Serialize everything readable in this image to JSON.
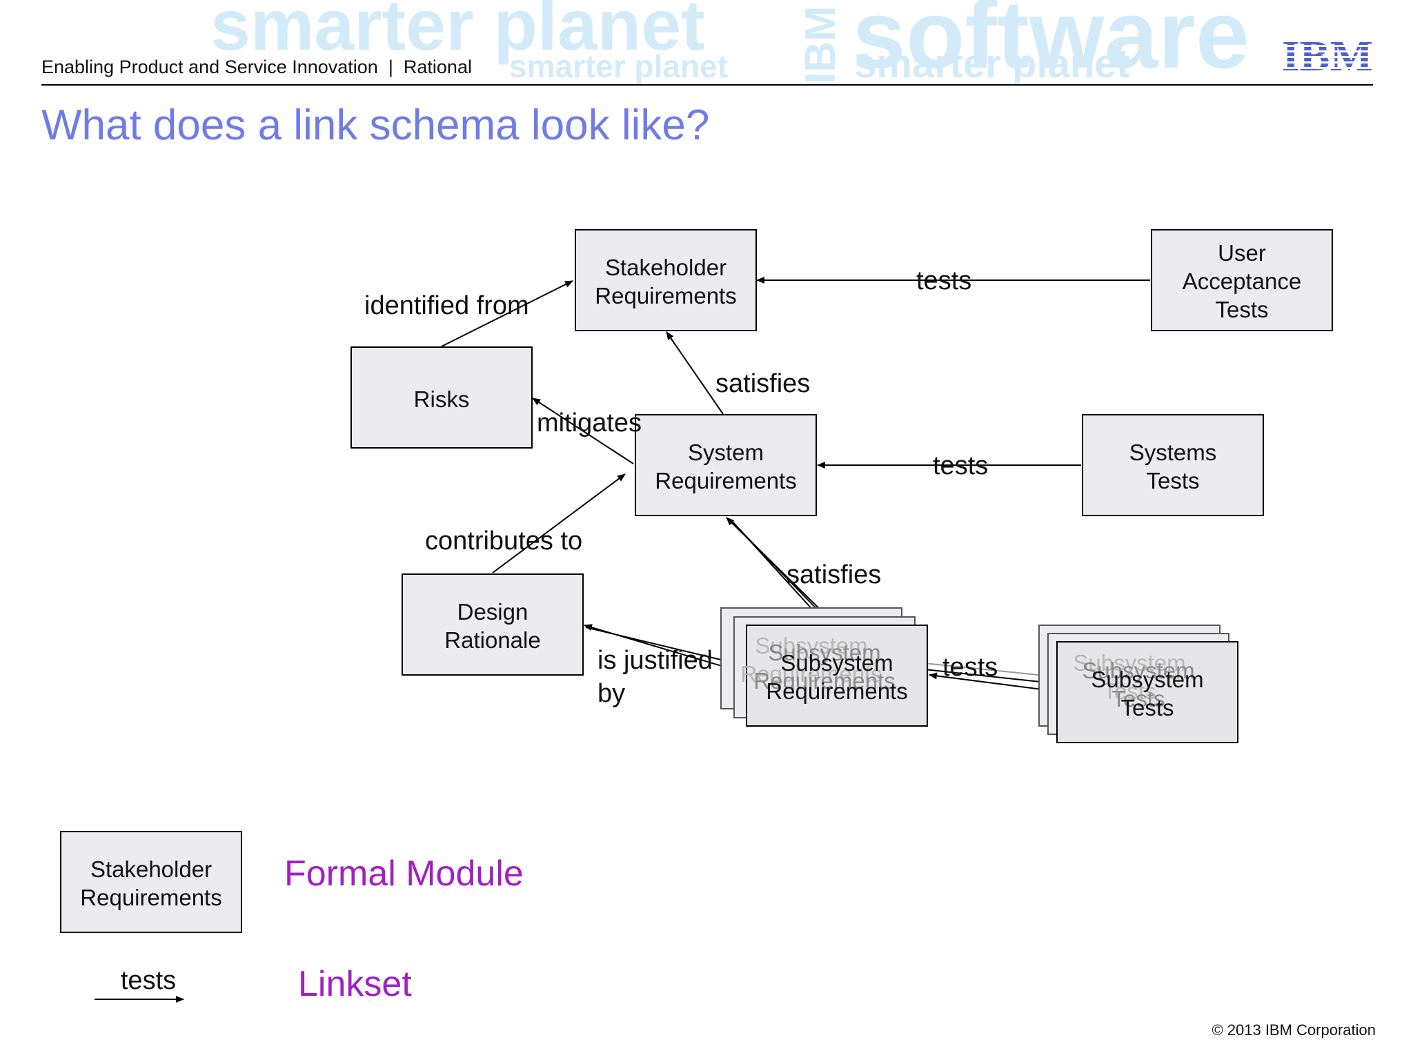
{
  "header": {
    "banner_words": [
      "smarter planet",
      "software",
      "smarter planet",
      "smarter planet",
      "IBM"
    ],
    "subtitle_left": "Enabling Product and Service Innovation",
    "subtitle_right": "Rational",
    "logo_text": "IBM"
  },
  "title": "What does a link schema look like?",
  "diagram": {
    "nodes": {
      "stakeholder": [
        "Stakeholder",
        "Requirements"
      ],
      "uat": [
        "User",
        "Acceptance",
        "Tests"
      ],
      "risks": [
        "Risks"
      ],
      "system": [
        "System",
        "Requirements"
      ],
      "systests": [
        "Systems",
        "Tests"
      ],
      "design": [
        "Design",
        "Rationale"
      ],
      "subsys_req": [
        "Subsystem",
        "Requirements"
      ],
      "subsys_tests": [
        "Subsystem",
        "Tests"
      ]
    },
    "links": {
      "identified_from": "identified from",
      "tests_uat": "tests",
      "satisfies_sys": "satisfies",
      "mitigates": "mitigates",
      "tests_sys": "tests",
      "contributes_to": "contributes to",
      "satisfies_sub": "satisfies",
      "is_justified_by": [
        "is justified",
        "by"
      ],
      "tests_sub": "tests"
    }
  },
  "legend": {
    "box_label": [
      "Stakeholder",
      "Requirements"
    ],
    "box_meaning": "Formal Module",
    "arrow_label": "tests",
    "arrow_meaning": "Linkset"
  },
  "footer": "© 2013 IBM Corporation",
  "colors": {
    "title": "#6f7ce6",
    "legend": "#a020c0",
    "box_fill": "#ececee",
    "banner": "#cfe8f7"
  }
}
